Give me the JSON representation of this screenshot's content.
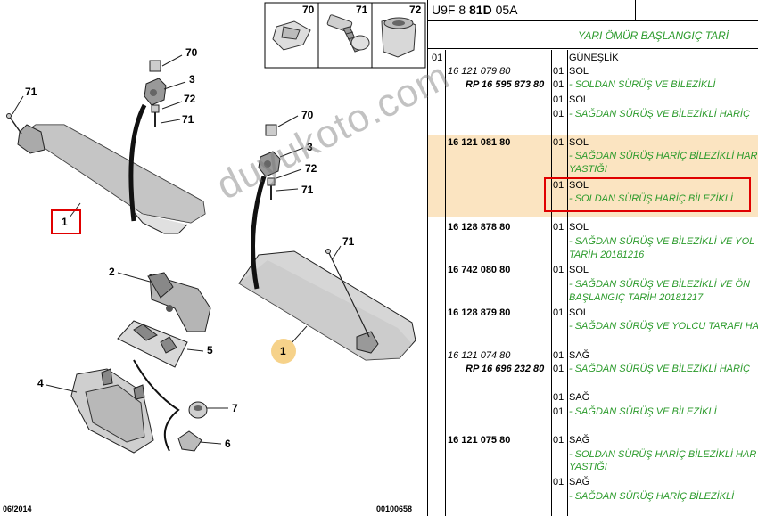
{
  "diagram": {
    "inset_labels": [
      "70",
      "71",
      "72"
    ],
    "callouts": {
      "c70a": "70",
      "c3a": "3",
      "c72a": "72",
      "c71a": "71",
      "c71left": "71",
      "c1left": "1",
      "c70b": "70",
      "c3b": "3",
      "c72b": "72",
      "c71b": "71",
      "c71right": "71",
      "c1right": "1",
      "c2": "2",
      "c5": "5",
      "c4": "4",
      "c7": "7",
      "c6": "6"
    },
    "footer_date": "06/2014",
    "footer_code": "00100658",
    "colors": {
      "red_highlight": "#e00000",
      "yellow_highlight": "#f6d28a"
    }
  },
  "parts": {
    "title_prefix": "U9F 8 ",
    "title_bold": "81D",
    "title_suffix": " 05A",
    "subtitle": "YARI ÖMÜR BAŞLANGIÇ TARİ",
    "group": "01",
    "rows": [
      {
        "pn": "",
        "qty": "",
        "desc": "GÜNEŞLİK",
        "desc_green": ""
      },
      {
        "pn": "16 121 079 80",
        "pn_style": "italic",
        "qty": "01",
        "desc": "SOL",
        "desc_green": ""
      },
      {
        "rp": "RP 16 595 873 80",
        "qty": "01",
        "desc": "",
        "desc_green": "- SOLDAN SÜRÜŞ VE BİLEZİKLİ"
      },
      {
        "pn": "",
        "qty": "01",
        "desc": "SOL",
        "desc_green": ""
      },
      {
        "pn": "",
        "qty": "01",
        "desc": "",
        "desc_green": "- SAĞDAN SÜRÜŞ VE BİLEZİKLİ HARİÇ"
      },
      {
        "pn": "16 121 081 80",
        "pn_style": "bold",
        "qty": "01",
        "desc": "SOL",
        "desc_green": ""
      },
      {
        "desc_green": "- SAĞDAN SÜRÜŞ HARİÇ BİLEZİKLİ HAR"
      },
      {
        "desc_green": "YASTIĞI"
      },
      {
        "qty": "01",
        "desc": "SOL"
      },
      {
        "desc_green": "- SOLDAN SÜRÜŞ HARİÇ BİLEZİKLİ"
      },
      {
        "pn": "16 128 878 80",
        "qty": "01",
        "desc": "SOL"
      },
      {
        "desc_green": "- SAĞDAN SÜRÜŞ VE BİLEZİKLİ VE YOL"
      },
      {
        "desc_green": "TARİH 20181216"
      },
      {
        "pn": "16 742 080 80",
        "qty": "01",
        "desc": "SOL"
      },
      {
        "desc_green": "- SAĞDAN SÜRÜŞ VE BİLEZİKLİ VE ÖN"
      },
      {
        "desc_green": "BAŞLANGIÇ TARİH 20181217"
      },
      {
        "pn": "16 128 879 80",
        "qty": "01",
        "desc": "SOL"
      },
      {
        "desc_green": "- SAĞDAN SÜRÜŞ VE YOLCU TARAFI HAR"
      },
      {
        "pn": "16 121 074 80",
        "qty": "01",
        "desc": "SAĞ"
      },
      {
        "rp": "RP 16 696 232 80",
        "qty": "01",
        "desc_green": "- SAĞDAN SÜRÜŞ VE BİLEZİKLİ HARİÇ"
      },
      {
        "qty": "01",
        "desc": "SAĞ"
      },
      {
        "qty": "01",
        "desc_green": "- SAĞDAN SÜRÜŞ VE BİLEZİKLİ"
      },
      {
        "pn": "16 121 075 80",
        "qty": "01",
        "desc": "SAĞ"
      },
      {
        "desc_green": "- SOLDAN SÜRÜŞ HARİÇ BİLEZİKLİ HAR"
      },
      {
        "desc_green": "YASTIĞI"
      },
      {
        "qty": "01",
        "desc": "SAĞ"
      },
      {
        "desc_green": "- SAĞDAN SÜRÜŞ HARİÇ BİLEZİKLİ"
      }
    ],
    "watermark": "duyukoto.com"
  }
}
